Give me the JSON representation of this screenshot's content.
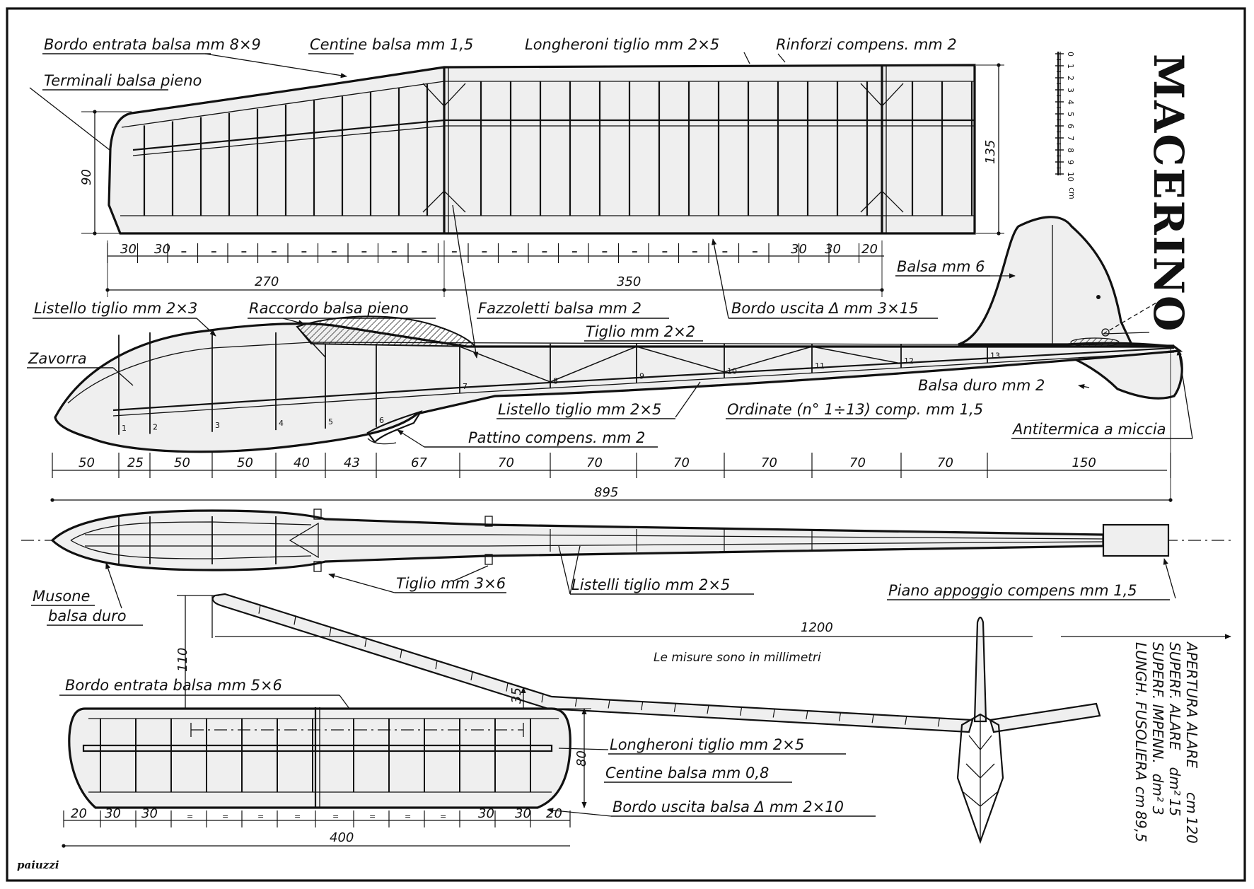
{
  "title": "MACERINO",
  "units_note": "Le misure sono in millimetri",
  "signature": "paiuzzi",
  "scale_bar": {
    "ticks": [
      "0",
      "1",
      "2",
      "3",
      "4",
      "5",
      "6",
      "7",
      "8",
      "9",
      "10"
    ],
    "unit": "cm"
  },
  "wing_plan": {
    "labels": {
      "leading_edge": "Bordo entrata balsa mm 8×9",
      "ribs": "Centine balsa mm 1,5",
      "spars": "Longheroni tiglio mm 2×5",
      "reinforcements": "Rinforzi compens. mm 2",
      "tips": "Terminali balsa pieno",
      "trailing_edge": "Bordo uscita Δ mm 3×15",
      "gussets": "Fazzoletti balsa mm 2"
    },
    "dimensions": {
      "tip_chord": "90",
      "root_chord": "135",
      "outer_panel": "270",
      "center_panel": "350",
      "rib_spacing_start": [
        "30",
        "30"
      ],
      "rib_spacing_end": [
        "30",
        "30",
        "20"
      ],
      "rib_spacing_repeat": "="
    }
  },
  "fuselage_side": {
    "labels": {
      "top_longeron": "Listello tiglio mm 2×3",
      "fairing": "Raccordo balsa pieno",
      "ballast": "Zavorra",
      "tail_longeron": "Tiglio mm 2×2",
      "fin": "Balsa mm 6",
      "stabilizer_rest": "Balsa duro mm 2",
      "lower_longeron": "Listello tiglio mm 2×5",
      "formers": "Ordinate (n° 1÷13) comp. mm 1,5",
      "skid": "Pattino compens. mm 2",
      "dethermalizer": "Antitermica a miccia"
    },
    "former_numbers": [
      "1",
      "2",
      "3",
      "4",
      "5",
      "6",
      "7",
      "8",
      "9",
      "10",
      "11",
      "12",
      "13"
    ],
    "station_spacing": [
      "50",
      "25",
      "50",
      "50",
      "40",
      "43",
      "67",
      "70",
      "70",
      "70",
      "70",
      "70",
      "70",
      "150"
    ],
    "overall_length": "895"
  },
  "fuselage_top": {
    "labels": {
      "wing_dowels": "Tiglio mm 3×6",
      "longerons": "Listelli tiglio mm 2×5",
      "stab_platform": "Piano appoggio compens mm 1,5",
      "nose_block_line1": "Musone",
      "nose_block_line2": "balsa duro"
    }
  },
  "front_view": {
    "span": "1200",
    "dihedral_height": "110",
    "tailplane_dihedral": "35"
  },
  "stabilizer": {
    "labels": {
      "leading_edge": "Bordo entrata balsa mm 5×6",
      "spars": "Longheroni tiglio mm 2×5",
      "ribs": "Centine balsa mm 0,8",
      "trailing_edge": "Bordo uscita balsa Δ mm 2×10"
    },
    "dimensions": {
      "chord": "80",
      "span": "400",
      "spacing_left": [
        "20",
        "30",
        "30"
      ],
      "spacing_right": [
        "30",
        "30",
        "20"
      ],
      "spacing_repeat": "="
    }
  },
  "specs": [
    {
      "label": "APERTURA ALARE",
      "unit": "cm",
      "value": "120"
    },
    {
      "label": "SUPERF. ALARE",
      "unit": "dm²",
      "value": "15"
    },
    {
      "label": "SUPERF. IMPENN.",
      "unit": "dm²",
      "value": "3"
    },
    {
      "label": "LUNGH. FUSOLIERA",
      "unit": "cm",
      "value": "89,5"
    }
  ]
}
